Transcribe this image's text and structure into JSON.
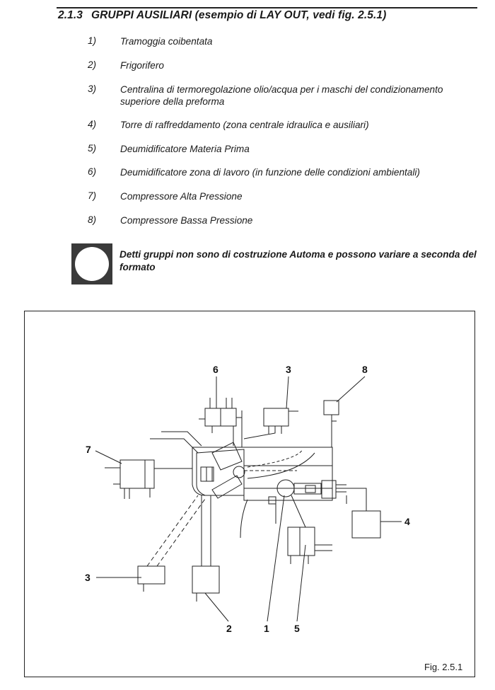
{
  "section": {
    "number": "2.1.3",
    "title": "GRUPPI AUSILIARI (esempio di LAY OUT, vedi fig. 2.5.1)"
  },
  "items": [
    {
      "num": "1)",
      "text": "Tramoggia coibentata"
    },
    {
      "num": "2)",
      "text": "Frigorifero"
    },
    {
      "num": "3)",
      "text": "Centralina di termoregolazione olio/acqua per i maschi del condizionamento superiore della preforma"
    },
    {
      "num": "4)",
      "text": "Torre di raffreddamento (zona centrale idraulica e ausiliari)"
    },
    {
      "num": "5)",
      "text": "Deumidificatore Materia Prima"
    },
    {
      "num": "6)",
      "text": "Deumidificatore zona di lavoro (in funzione delle condizioni ambientali)"
    },
    {
      "num": "7)",
      "text": "Compressore Alta Pressione"
    },
    {
      "num": "8)",
      "text": "Compressore Bassa Pressione"
    }
  ],
  "note": {
    "icon": "circle-note-icon",
    "text": "Detti gruppi non sono di costruzione Automa e possono variare a seconda del formato"
  },
  "figure": {
    "caption": "Fig. 2.5.1",
    "callouts": {
      "c6": "6",
      "c3top": "3",
      "c8": "8",
      "c7": "7",
      "c4": "4",
      "c3left": "3",
      "c2": "2",
      "c1": "1",
      "c5": "5"
    }
  }
}
